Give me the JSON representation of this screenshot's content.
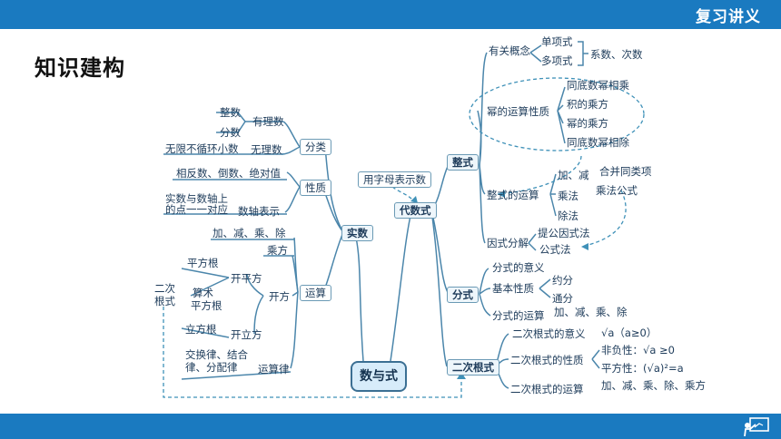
{
  "header": {
    "badge": "复习讲义"
  },
  "page_title": "知识建构",
  "center_label": "数与式",
  "left": {
    "shishu": "实数",
    "fenlei": "分类",
    "youlishu": "有理数",
    "zhengshu": "整数",
    "fenshu": "分数",
    "wulishu": "无理数",
    "wuxian": "无限不循环小数",
    "xingzhi": "性质",
    "xiangfanshu": "相反数、倒数、绝对值",
    "shishuyushuzhou_a": "实数与数轴上",
    "shishuyushuzhou_b": "的点一一对应",
    "shuzhoubiaoshi": "数轴表示",
    "yunsuan": "运算",
    "jiajian": "加、减、乘、除",
    "chengfang": "乘方",
    "kaifang": "开方",
    "pingfanggen": "平方根",
    "kaipingfang": "开平方",
    "suanshu_a": "算术",
    "suanshu_b": "平方根",
    "lifanggen": "立方根",
    "kailifang": "开立方",
    "erci_a": "二次",
    "erci_b": "根式",
    "jiaohuan_a": "交换律、结合",
    "jiaohuan_b": "律、分配律",
    "yunsuanlv": "运算律"
  },
  "middle": {
    "daishushi": "代数式",
    "yongzimu": "用字母表示数"
  },
  "right": {
    "zhengshi": "整式",
    "youguangainian": "有关概念",
    "danxiangshi": "单项式",
    "duoxiangshi": "多项式",
    "xishu": "系数、次数",
    "mi_yunsuan": "幂的运算性质",
    "tongdi_cheng": "同底数幂相乘",
    "ji_chengfang": "积的乘方",
    "mi_chengfang": "幂的乘方",
    "tongdi_chu": "同底数幂相除",
    "zhengshi_yunsuan": "整式的运算",
    "jia_jian": "加、减",
    "hebing": "合并同类项",
    "chengfa": "乘法",
    "chengfa_gongshi": "乘法公式",
    "chufa": "除法",
    "yinshi_fenjie": "因式分解",
    "tigongyinshi": "提公因式法",
    "gongshifa": "公式法",
    "fenshi": "分式",
    "fenshi_yiyi": "分式的意义",
    "jiben_xingzhi": "基本性质",
    "yuefen": "约分",
    "tongfen": "通分",
    "fenshi_yunsuan": "分式的运算",
    "fenshi_jiajian": "加、减、乘、除",
    "ercigenshi": "二次根式",
    "genshi_yiyi": "二次根式的意义",
    "genshi_yiyi_formula": "√a（a≥0）",
    "genshi_xingzhi": "二次根式的性质",
    "feifuxing": "非负性：√a ≥0",
    "pingfangxing": "平方性：(√a)²=a",
    "genshi_yunsuan": "二次根式的运算",
    "genshi_jiajian": "加、减、乘、除、乘方"
  },
  "colors": {
    "bar": "#1a7ac0",
    "branch": "#3f7fa6",
    "accent": "#2a9fc9"
  },
  "icons": {
    "logo": "teacher-board-icon"
  }
}
